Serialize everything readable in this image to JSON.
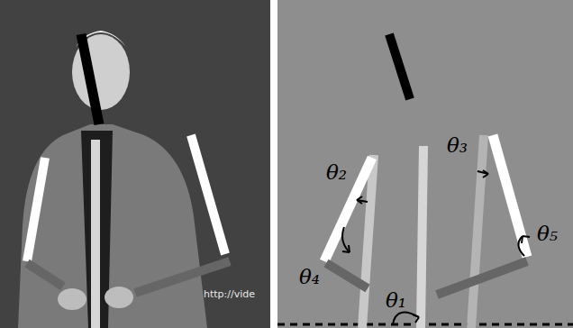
{
  "diagram": {
    "labels": [
      "http://vide",
      "θ₂",
      "θ₃",
      "θ₄",
      "θ₅",
      "θ₁"
    ]
  }
}
